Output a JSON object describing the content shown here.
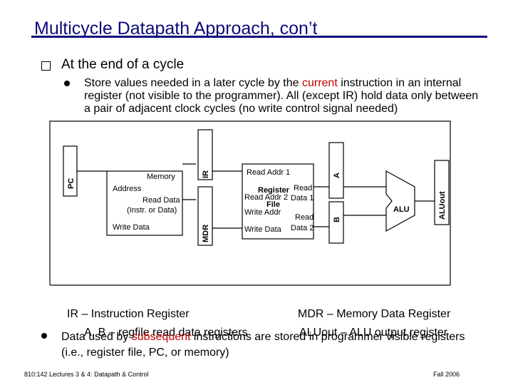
{
  "slide": {
    "title": "Multicycle Datapath Approach, con’t",
    "bullet1": "At the end of a cycle",
    "bullet2": {
      "before": "Store values needed in a later cycle by the ",
      "highlight": "current",
      "after": " instruction in an internal register (not visible to the programmer). All (except IR) hold data only between a pair of adjacent clock cycles (no write control signal needed)"
    },
    "bullet3": {
      "before": "Data used by ",
      "highlight": "subsequent",
      "after": " instructions are stored in programmer visible registers (i.e., register file, PC, or memory)"
    },
    "legend": {
      "ir": "IR – Instruction Register",
      "mdr": "MDR – Memory Data Register",
      "ab": "A, B – regfile read data registers",
      "aluout": "ALUout – ALU output register"
    },
    "footer_left": "810:142 Lectures 3 & 4: Datapath & Control",
    "footer_right": "Fall 2006"
  },
  "diagram": {
    "pc": "PC",
    "ir": "IR",
    "mdr": "MDR",
    "a": "A",
    "b": "B",
    "alu": "ALU",
    "aluout": "ALUout",
    "memory": {
      "title": "Memory",
      "address": "Address",
      "read_data_1": "Read Data",
      "read_data_2": "(Instr. or Data)",
      "write_data": "Write Data"
    },
    "regfile": {
      "read_addr_1": "Read Addr 1",
      "register": "Register",
      "file": "File",
      "read_addr_2": "Read Addr 2",
      "write_addr": "Write Addr",
      "write_data": "Write Data",
      "read_data_1a": "Read",
      "read_data_1b": "Data 1",
      "read_data_2a": "Read",
      "read_data_2b": "Data 2"
    }
  }
}
